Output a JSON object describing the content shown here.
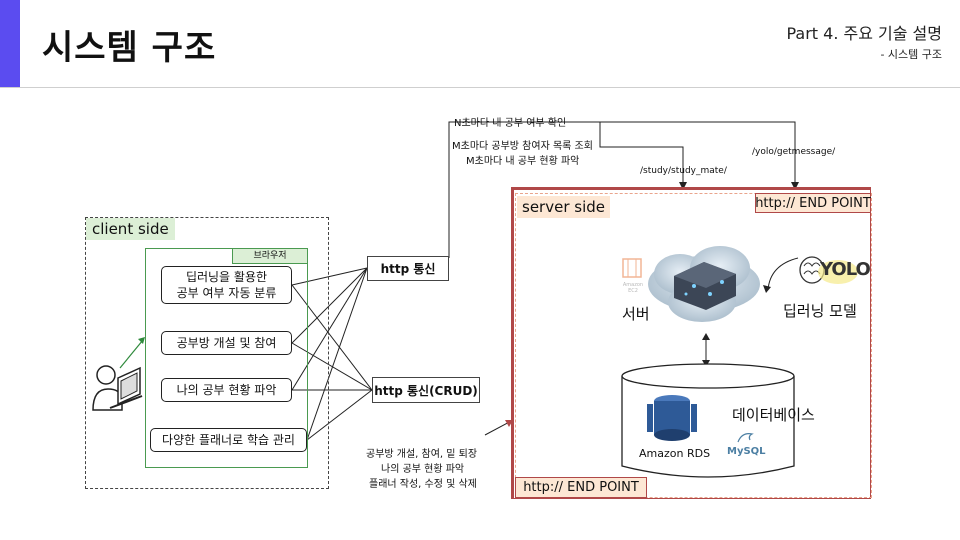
{
  "header": {
    "title": "시스템 구조",
    "part": "Part 4. 주요 기술 설명",
    "subpart": "- 시스템 구조"
  },
  "client": {
    "label": "client side",
    "browser_label": "브라우저",
    "features": [
      {
        "line1": "딥러닝을 활용한",
        "line2": "공부 여부 자동 분류"
      },
      {
        "line1": "공부방 개설 및 참여",
        "line2": ""
      },
      {
        "line1": "나의 공부 현황 파악",
        "line2": ""
      },
      {
        "line1": "다양한 플래너로 학습 관리",
        "line2": ""
      }
    ]
  },
  "http": {
    "polling_label": "http 통신",
    "crud_label": "http 통신(CRUD)",
    "polling_notes": [
      "N초마다 내 공부 여부 확인",
      "M초마다 공부방 참여자 목록 조회",
      "M초마다 내 공부 현황 파악"
    ],
    "crud_notes": [
      "공부방 개설, 참여, 밑 퇴장",
      "나의 공부 현황 파악",
      "플래너 작성, 수정 및 삭제"
    ],
    "route_study": "/study/study_mate/",
    "route_yolo": "/yolo/getmessage/"
  },
  "server": {
    "label": "server side",
    "endpoint_top": "http:// END POINT",
    "endpoint_bottom": "http:// END POINT",
    "server_label": "서버",
    "ec2_label": "Amazon EC2",
    "dl_label": "딥러닝 모델",
    "yolo_text": "YOLO",
    "db_label": "데이터베이스",
    "rds_label": "Amazon RDS",
    "mysql_label": "MySQL"
  },
  "colors": {
    "accent": "#5b4cf0",
    "client_bg": "#dcefd6",
    "server_bg": "#fde7d4",
    "server_border": "#b04848",
    "rds_blue": "#2e5a97"
  }
}
